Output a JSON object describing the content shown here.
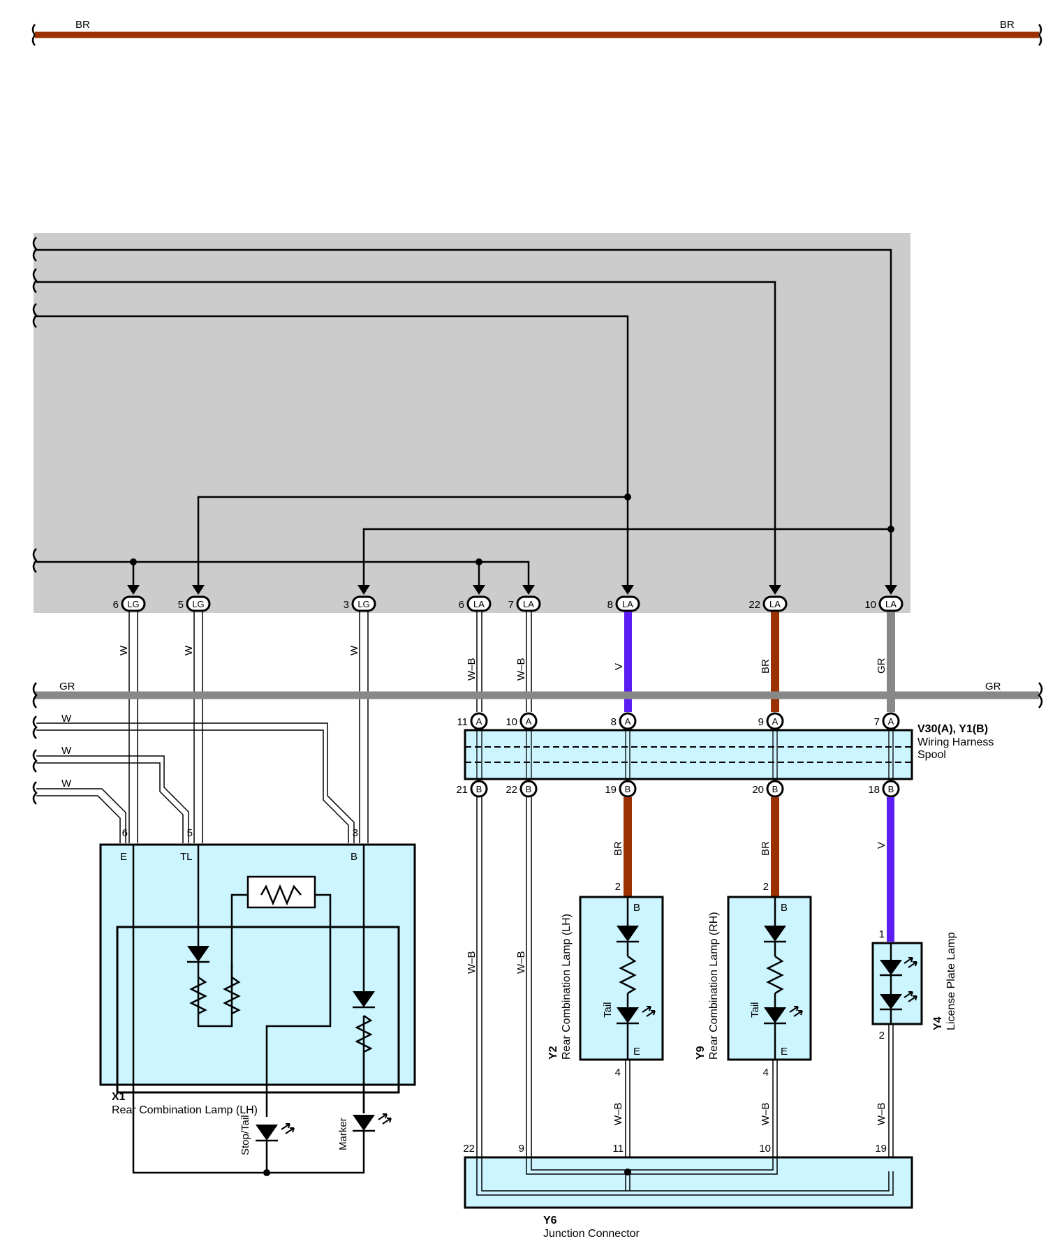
{
  "colors": {
    "BR": "#9b3000",
    "GR": "#888888",
    "V": "#5a1ef5",
    "W": "#ffffff",
    "W-B": "#ffffff",
    "shaded_area": "#cccccc",
    "component_fill": "#ccf5ff",
    "line": "#000000"
  },
  "top_bus": {
    "left_label": "BR",
    "right_label": "BR"
  },
  "gr_bus": {
    "left_label": "GR",
    "right_label": "GR"
  },
  "w_side_labels": [
    "W",
    "W",
    "W"
  ],
  "upper_connectors": [
    {
      "pin": "6",
      "code": "LG"
    },
    {
      "pin": "5",
      "code": "LG"
    },
    {
      "pin": "3",
      "code": "LG"
    },
    {
      "pin": "6",
      "code": "LA"
    },
    {
      "pin": "7",
      "code": "LA"
    },
    {
      "pin": "8",
      "code": "LA"
    },
    {
      "pin": "22",
      "code": "LA"
    },
    {
      "pin": "10",
      "code": "LA"
    }
  ],
  "wire_labels_upper": [
    "W",
    "W",
    "W",
    "W–B",
    "W–B",
    "V",
    "BR",
    "GR"
  ],
  "spool": {
    "code": "V30(A), Y1(B)",
    "name_line1": "Wiring Harness",
    "name_line2": "Spool",
    "a_pins": [
      {
        "pin": "11",
        "letter": "A"
      },
      {
        "pin": "10",
        "letter": "A"
      },
      {
        "pin": "8",
        "letter": "A"
      },
      {
        "pin": "9",
        "letter": "A"
      },
      {
        "pin": "7",
        "letter": "A"
      }
    ],
    "b_pins": [
      {
        "pin": "21",
        "letter": "B"
      },
      {
        "pin": "22",
        "letter": "B"
      },
      {
        "pin": "19",
        "letter": "B"
      },
      {
        "pin": "20",
        "letter": "B"
      },
      {
        "pin": "18",
        "letter": "B"
      }
    ]
  },
  "wire_labels_lower": [
    "W–B",
    "W–B",
    "BR",
    "BR",
    "V"
  ],
  "x1": {
    "code": "X1",
    "name": "Rear Combination Lamp (LH)",
    "pins": [
      "6",
      "5",
      "3"
    ],
    "terminals": [
      "E",
      "TL",
      "B"
    ],
    "stop_tail": "Stop/Tail",
    "marker": "Marker"
  },
  "y2": {
    "code": "Y2",
    "name": "Rear Combination Lamp (LH)",
    "pin_top": "2",
    "pin_bottom": "4",
    "term_top": "B",
    "term_bottom": "E",
    "tail": "Tail",
    "wire_bottom": "W–B"
  },
  "y9": {
    "code": "Y9",
    "name": "Rear Combination Lamp (RH)",
    "pin_top": "2",
    "pin_bottom": "4",
    "term_top": "B",
    "term_bottom": "E",
    "tail": "Tail",
    "wire_bottom": "W–B"
  },
  "y4": {
    "code": "Y4",
    "name": "License Plate Lamp",
    "pin_top": "1",
    "pin_bottom": "2",
    "wire_bottom": "W–B"
  },
  "y6": {
    "code": "Y6",
    "name": "Junction Connector",
    "pins": [
      "22",
      "9",
      "11",
      "10",
      "19"
    ]
  }
}
